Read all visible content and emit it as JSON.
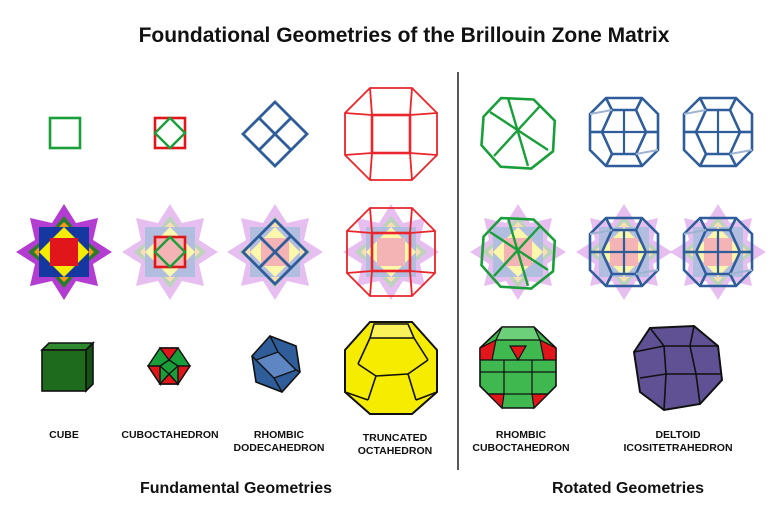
{
  "title": "Foundational Geometries of the Brillouin Zone Matrix",
  "sections": {
    "fundamental": "Fundamental Geometries",
    "rotated": "Rotated Geometries"
  },
  "labels": {
    "cube": "CUBE",
    "cuboctahedron": "CUBOCTAHEDRON",
    "rhombic_dodecahedron": [
      "RHOMBIC",
      "DODECAHEDRON"
    ],
    "truncated_octahedron": [
      "TRUNCATED",
      "OCTAHEDRON"
    ],
    "rhombic_cuboctahedron": [
      "RHOMBIC",
      "CUBOCTAHEDRON"
    ],
    "deltoid_icositetrahedron": [
      "DELTOID",
      "ICOSITETRAHEDRON"
    ]
  },
  "colors": {
    "green": "#1a9e3a",
    "red": "#e0161b",
    "blue": "#2f5d9a",
    "outline_red": "#e8262b",
    "yellow": "#f5ec00",
    "purple": "#5f5194",
    "dark_green": "#1e6b1e",
    "orange": "#f39a1a",
    "magenta": "#b33cd1"
  }
}
